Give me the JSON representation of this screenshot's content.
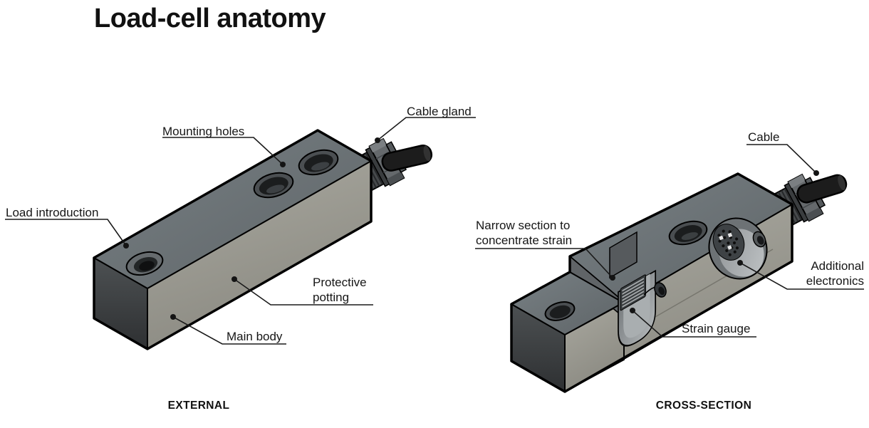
{
  "title": "Load-cell anatomy",
  "views": {
    "external": {
      "caption": "EXTERNAL",
      "labels": {
        "mounting_holes": "Mounting holes",
        "cable_gland": "Cable gland",
        "load_introduction": "Load introduction",
        "protective_potting_line1": "Protective",
        "protective_potting_line2": "potting",
        "main_body": "Main body"
      }
    },
    "cross_section": {
      "caption": "CROSS-SECTION",
      "labels": {
        "cable": "Cable",
        "narrow_section_line1": "Narrow section to",
        "narrow_section_line2": "concentrate strain",
        "additional_electronics_line1": "Additional",
        "additional_electronics_line2": "electronics",
        "strain_gauge": "Strain gauge"
      }
    }
  },
  "colors": {
    "background": "#ffffff",
    "text": "#161616",
    "outline": "#000000",
    "body_top": "#6c7174",
    "body_side": "#9a998f",
    "body_end": "#3c4042",
    "potting": "#2b2b2b",
    "cable": "#1c1c1c"
  }
}
